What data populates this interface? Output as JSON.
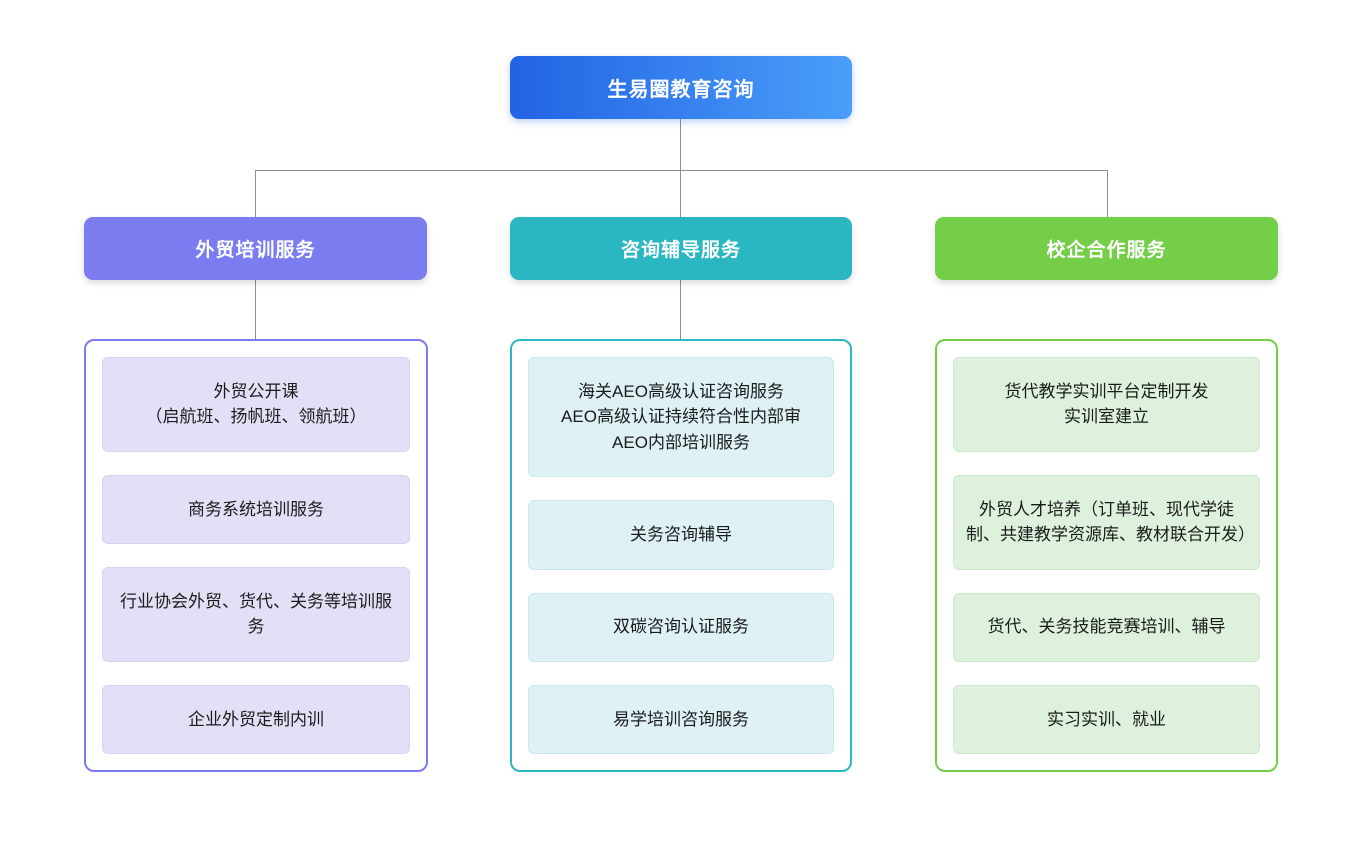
{
  "root": {
    "label": "生易圈教育咨询",
    "gradient_from": "#2263e3",
    "gradient_to": "#4a9ef9"
  },
  "connector_color": "#8b9198",
  "branches": [
    {
      "label": "外贸培训服务",
      "color": "#7a7cf0",
      "item_bg": "#e2e0f7",
      "item_border": "#d6d3f2",
      "items": [
        "外贸公开课\n（启航班、扬帆班、领航班）",
        "商务系统培训服务",
        "行业协会外贸、货代、关务等培训服务",
        "企业外贸定制内训"
      ]
    },
    {
      "label": "咨询辅导服务",
      "color": "#2ab7c1",
      "item_bg": "#def1f4",
      "item_border": "#cbe8ec",
      "items": [
        "海关AEO高级认证咨询服务\nAEO高级认证持续符合性内部审\nAEO内部培训服务",
        "关务咨询辅导",
        "双碳咨询认证服务",
        "易学培训咨询服务"
      ]
    },
    {
      "label": "校企合作服务",
      "color": "#74ce47",
      "item_bg": "#ddf1dd",
      "item_border": "#cdeacd",
      "items": [
        "货代教学实训平台定制开发\n实训室建立",
        "外贸人才培养（订单班、现代学徒制、共建教学资源库、教材联合开发）",
        "货代、关务技能竞赛培训、辅导",
        "实习实训、就业"
      ]
    }
  ]
}
